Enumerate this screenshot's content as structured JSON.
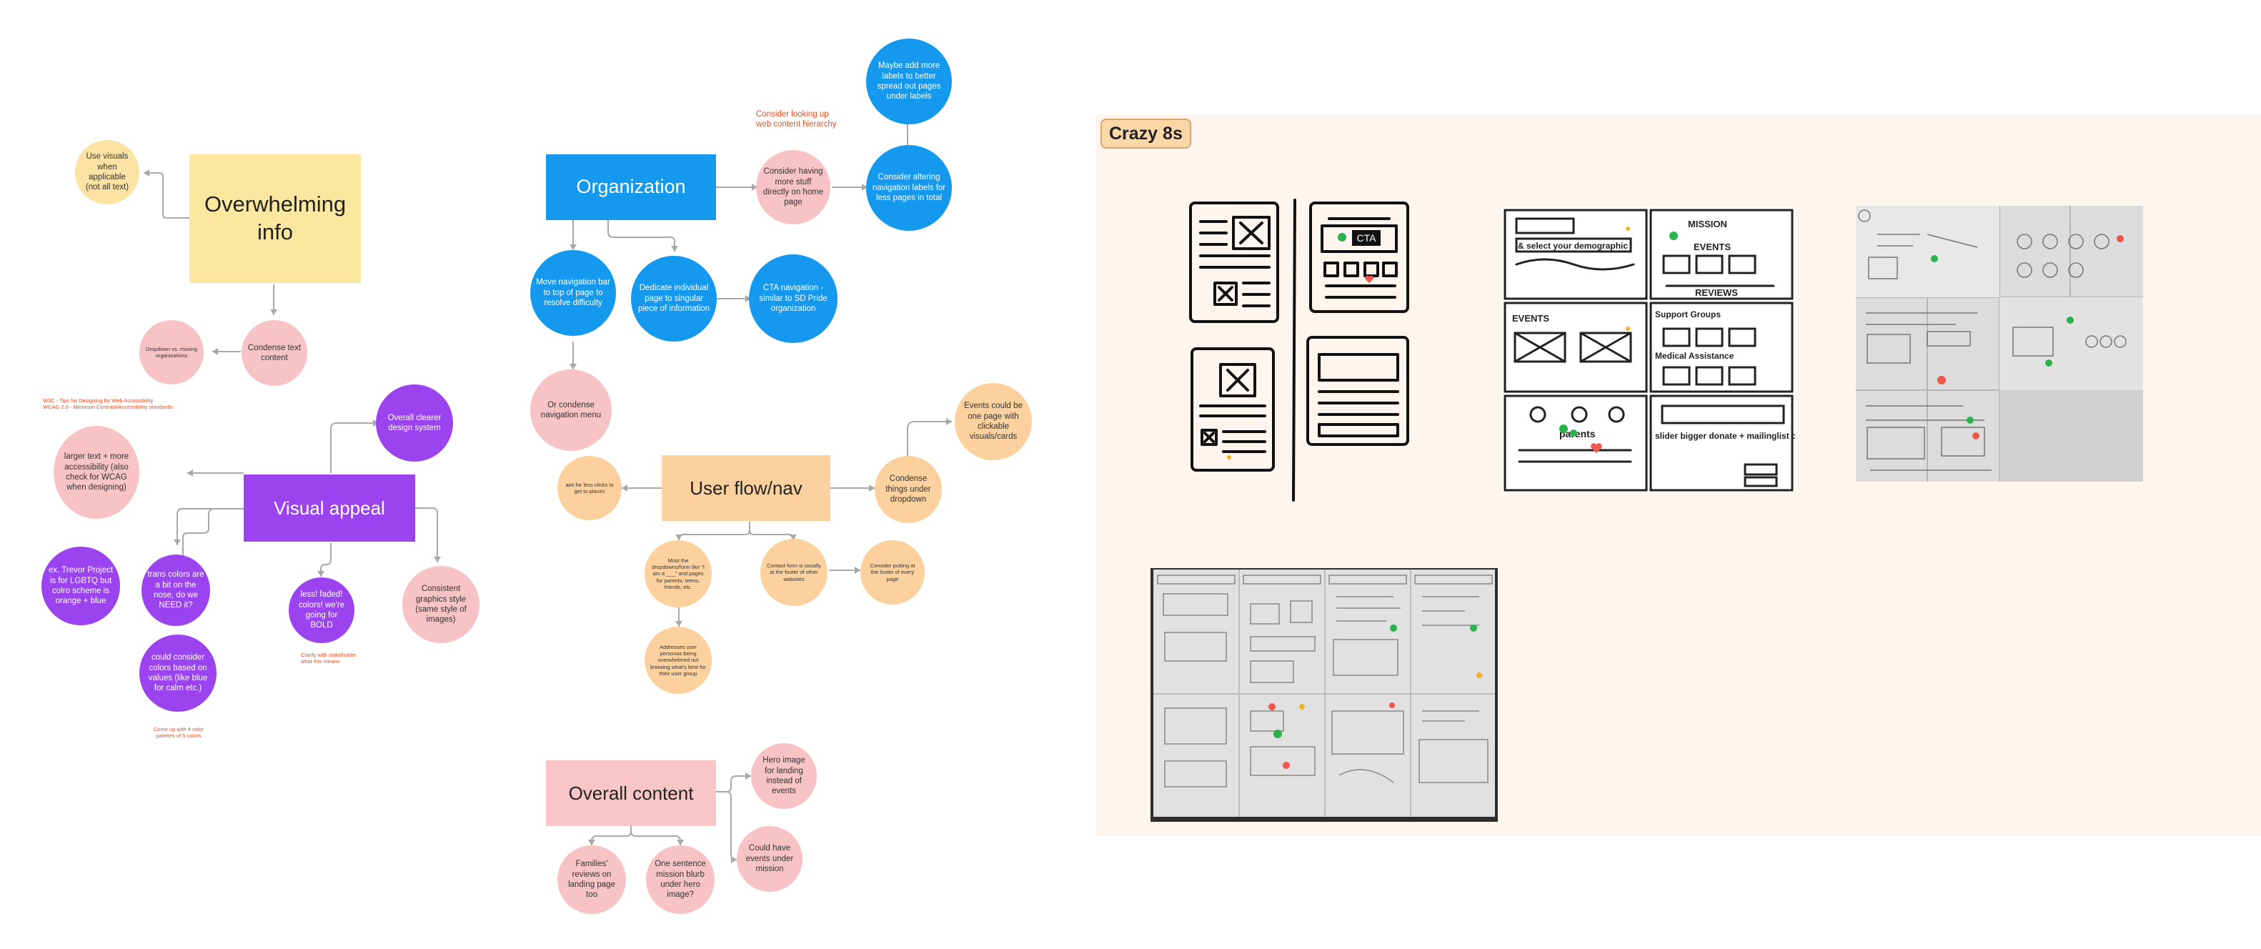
{
  "overwhelming": {
    "title": "Overwhelming info",
    "use_visuals": "Use visuals when applicable (not all text)",
    "condense_text": "Condense text content",
    "dropdown": "Dropdown vs. moving organizations"
  },
  "organization": {
    "title": "Organization",
    "note": "Consider looking up web content hierarchy",
    "more_labels": "Maybe add more labels to better spread out pages under labels",
    "consider_having": "Consider having more stuff directly on home page",
    "altering_labels": "Consider altering navigation labels for less pages in total",
    "move_nav": "Move navigation bar to top of page to resolve difficulty",
    "dedicate": "Dedicate individual page to singular piece of information",
    "cta": "CTA navigation - similar to SD Pride organization",
    "condense_nav": "Or condense navigation menu"
  },
  "visual_appeal": {
    "title": "Visual appeal",
    "note1": "W3C - Tips for Designing for Web Accessibility",
    "note2": "WCAG 2.0 - Minimum Contrast/Accessibility standards",
    "larger_text": "larger text + more accessibility (also check for WCAG when designing)",
    "overall_clearer": "Overall clearer design system",
    "ex_trevor": "ex. Trevor Project is for LGBTQ but colro scheme is orange + blue",
    "trans_colors": "trans colors are a bit on the nose, do we NEED it?",
    "less_faded": "less! faded! colors! we're going for BOLD",
    "consistent": "Consistent graphics style (same style of images)",
    "could_consider": "could consider colors based on values (like blue for calm etc.)",
    "note_clarify": "Clarify with stakeholder what this means",
    "note_come_up": "Come up with 4 color palettes of 5 colors"
  },
  "user_flow": {
    "title": "User flow/nav",
    "events_one_page": "Events could be one page with clickable visuals/cards",
    "aim_less_clicks": "aim for less clicks to get to places",
    "condense_things": "Condense things under dropdown",
    "most_dropdowns": "Most the dropdowns/form like \"I am a ___\" and pages for parents, teens, friends, etc.",
    "contact_form": "Contact form is usually at the footer of other websites",
    "consider_footer": "Consider putting at the footer of every page",
    "addresses_personas": "Addresses user personas being overwhelmed not knowing what's best for their user group"
  },
  "overall_content": {
    "title": "Overall content",
    "hero_image": "Hero image for landing instead of events",
    "could_have_events": "Could have events under mission",
    "families_reviews": "Families' reviews on landing page too",
    "one_sentence": "One sentence mission blurb under hero image?"
  },
  "crazy8": {
    "title": "Crazy 8s",
    "sketch2": {
      "mission": "MISSION",
      "select": "& select your demographic",
      "events": "EVENTS",
      "reviews": "REVIEWS",
      "events2": "EVENTS",
      "support_groups": "Support Groups",
      "medical": "Medical Assistance",
      "parents": "parents",
      "slider": "slider bigger donate + mailinglist buttons?",
      "cta": "CTA"
    }
  },
  "colors": {
    "blue": "#1599ef",
    "purple": "#9a43ee",
    "pink": "#f7c3c5",
    "peach": "#fcd19e",
    "yellow": "#fce7a1",
    "note_red": "#f24a1d",
    "board": "#fdf5ee"
  }
}
